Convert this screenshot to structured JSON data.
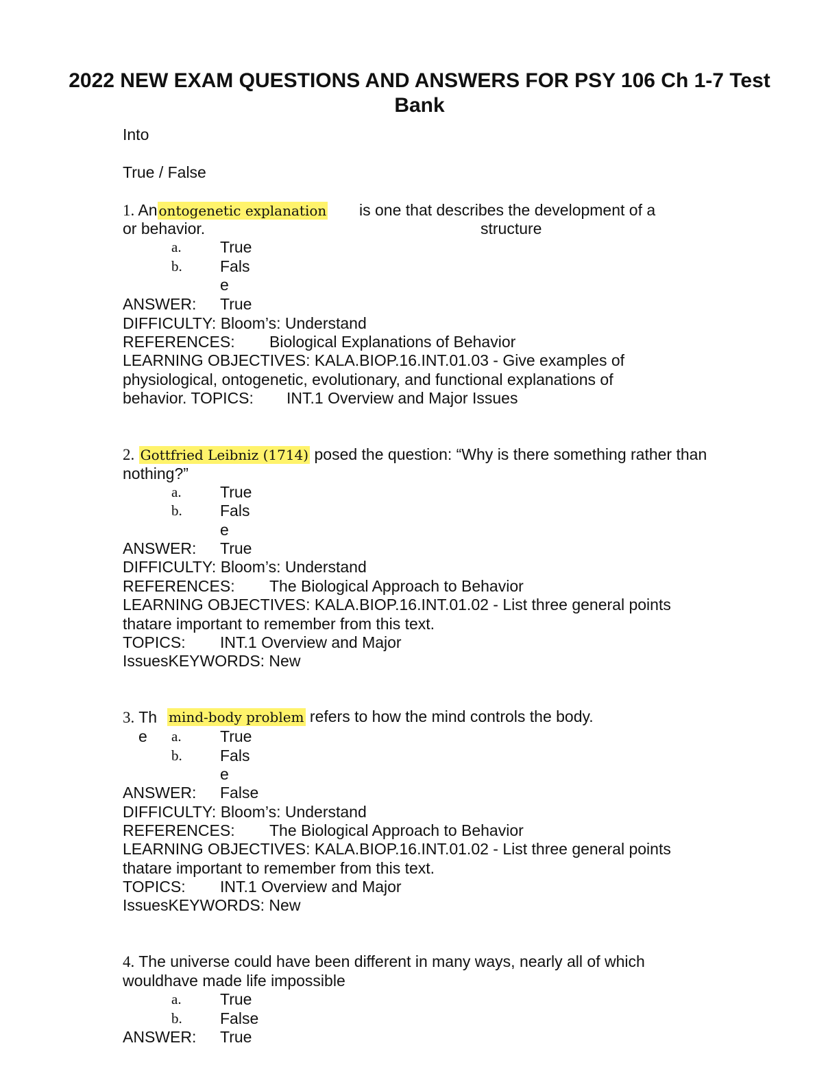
{
  "title_line1": "2022 NEW EXAM QUESTIONS AND ANSWERS FOR PSY 106 Ch 1-7 Test",
  "title_line2": "Bank",
  "intro": "Into",
  "section": "True / False",
  "q1": {
    "num": "1.",
    "pre": "An",
    "highlight": "ontogenetic explanation",
    "post": "is one that describes the development of a",
    "cont": "or behavior.",
    "floating": "structure",
    "opt_a_letter": "a.",
    "opt_a": "True",
    "opt_b_letter": "b.",
    "opt_b_1": "Fals",
    "opt_b_2": "e",
    "answer_label": "ANSWER:",
    "answer": "True",
    "difficulty": "DIFFICULTY:  Bloom’s: Understand",
    "references_label": "REFERENCES:",
    "references": "Biological Explanations of Behavior",
    "lo_1": "LEARNING OBJECTIVES: KALA.BIOP.16.INT.01.03 - Give examples of",
    "lo_2": "physiological, ontogenetic, evolutionary, and functional explanations of",
    "lo_3_a": "behavior. TOPICS:",
    "lo_3_b": "INT.1 Overview and Major Issues"
  },
  "q2": {
    "num": "2.",
    "highlight": "Gottfried Leibniz (1714)",
    "post": "posed the question: “Why is there something rather than",
    "cont": "nothing?”",
    "opt_a_letter": "a.",
    "opt_a": "True",
    "opt_b_letter": "b.",
    "opt_b_1": "Fals",
    "opt_b_2": "e",
    "answer_label": "ANSWER:",
    "answer": "True",
    "difficulty": "DIFFICULTY:  Bloom’s: Understand",
    "references_label": "REFERENCES:",
    "references": "The Biological Approach to Behavior",
    "lo_1": "LEARNING OBJECTIVES: KALA.BIOP.16.INT.01.02 - List three general points",
    "lo_2": "thatare important to remember from this text.",
    "topics_label": "TOPICS:",
    "topics": "INT.1 Overview and Major",
    "keywords": "IssuesKEYWORDS:  New"
  },
  "q3": {
    "num": "3.",
    "pre_1": "Th",
    "pre_2": "e",
    "highlight": "mind-body problem",
    "post": "refers to how the mind controls the body.",
    "opt_a_letter": "a.",
    "opt_a": "True",
    "opt_b_letter": "b.",
    "opt_b_1": "Fals",
    "opt_b_2": "e",
    "answer_label": "ANSWER:",
    "answer": "False",
    "difficulty": "DIFFICULTY:  Bloom’s: Understand",
    "references_label": "REFERENCES:",
    "references": "The Biological Approach to Behavior",
    "lo_1": "LEARNING OBJECTIVES: KALA.BIOP.16.INT.01.02 - List three general points",
    "lo_2": "thatare important to remember from this text.",
    "topics_label": "TOPICS:",
    "topics": "INT.1 Overview and Major",
    "keywords": "IssuesKEYWORDS:  New"
  },
  "q4": {
    "num": "4.",
    "text": "The universe could have been different in many ways, nearly all of which",
    "cont": "wouldhave made life impossible",
    "opt_a_letter": "a.",
    "opt_a": "True",
    "opt_b_letter": "b.",
    "opt_b": "False",
    "answer_label": "ANSWER:",
    "answer": "True"
  }
}
